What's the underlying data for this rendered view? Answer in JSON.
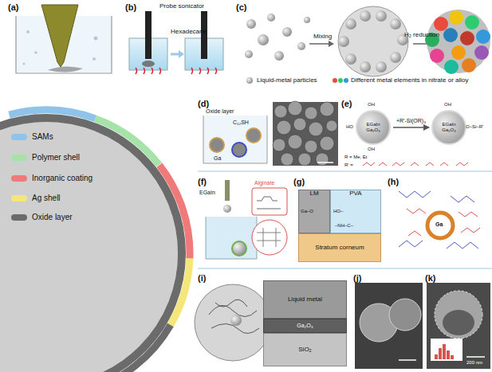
{
  "diagram": {
    "nodes": [
      {
        "text": [
          "EGaIn",
          "Ga₂O₃"
        ]
      },
      {
        "text": [
          "EGaIn",
          "Ga₂O₃"
        ]
      },
      {
        "text": [
          "LM"
        ]
      },
      {
        "text": [
          "PVA"
        ]
      },
      {
        "text": [
          "Stratum corneum"
        ]
      },
      {
        "text": [
          "Liquid metal"
        ]
      },
      {
        "text": [
          "Ga₂O₃"
        ]
      },
      {
        "text": [
          "SiO₂"
        ]
      }
    ],
    "edges": [
      {
        "from": 0,
        "to": 1,
        "arrow": "to",
        "label": "+R'-Si(OR)₃"
      }
    ],
    "labels": [
      "(a)",
      "(b)",
      "Probe sonicator",
      "Hexadecane",
      "(c)",
      "Mixing",
      "H₂ reduction",
      "Liquid-metal particles",
      "Different metal elements in nitrate or alloy",
      "(d)",
      "Oxide layer",
      "C₁₂SH",
      "Ga",
      "(e)",
      "OH",
      "HO",
      "OH",
      "OH",
      "O–Si–R'",
      "R = Me, Et",
      "R' =",
      "(f)",
      "EGaIn",
      "Alginate",
      "(g)",
      "Ga–O",
      "HO–",
      "–NH–C–",
      "(h)",
      "Ga",
      "(i)",
      "(j)",
      "(k)",
      "200 nm"
    ],
    "legend": [
      {
        "text": "SAMs",
        "color": "#8fc3ea"
      },
      {
        "text": "Polymer shell",
        "color": "#a6e3a8"
      },
      {
        "text": "Inorganic coating",
        "color": "#f07a7a"
      },
      {
        "text": "Ag shell",
        "color": "#f5e67a"
      },
      {
        "text": "Oxide layer",
        "color": "#6b6b6b"
      }
    ]
  }
}
